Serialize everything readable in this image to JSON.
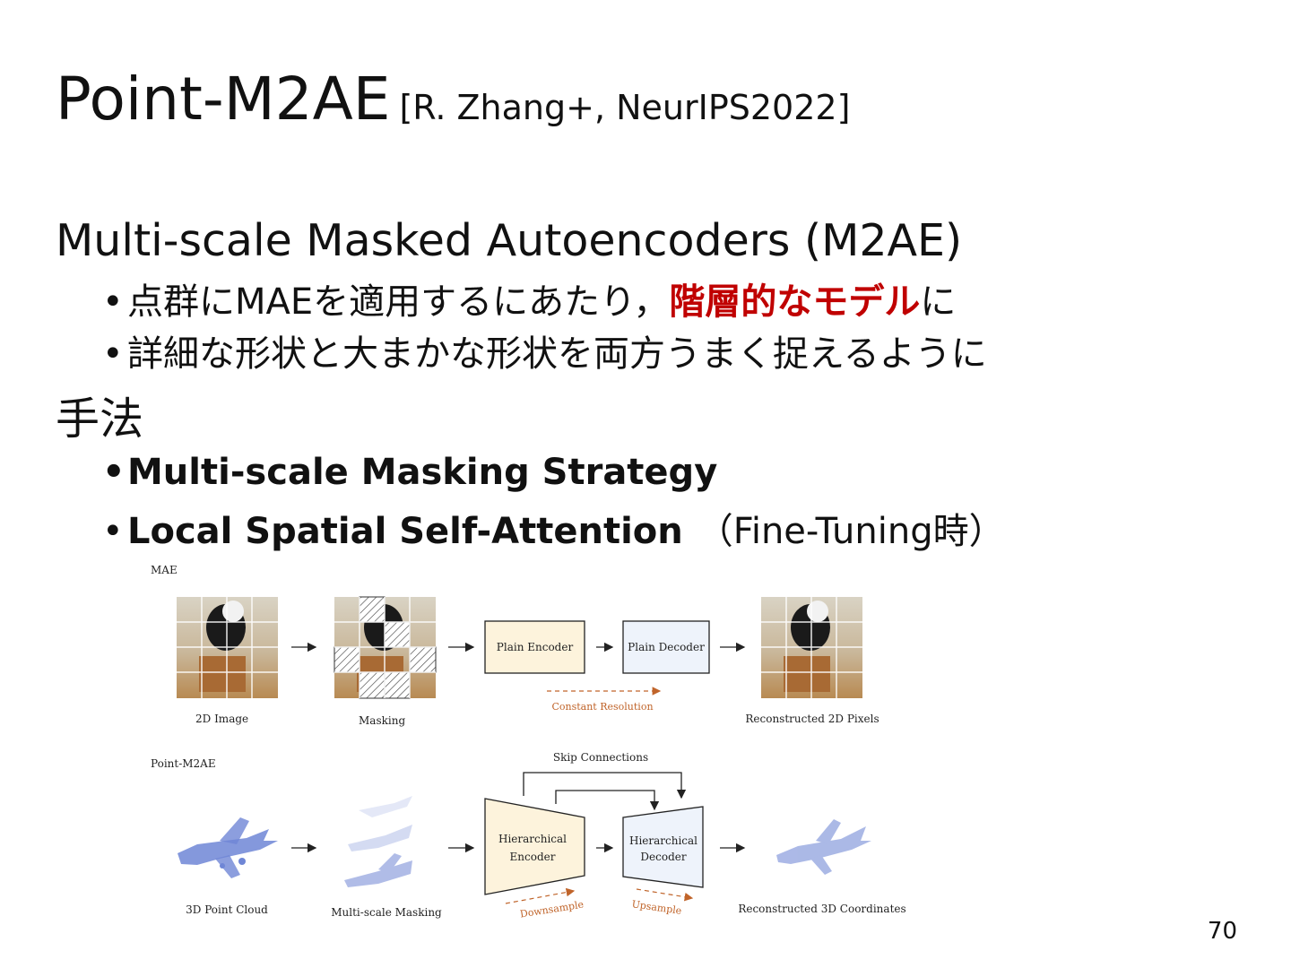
{
  "slide": {
    "title": "Point-M2AE",
    "citation": "[R. Zhang+, NeurIPS2022]",
    "heading1": "Multi-scale Masked Autoencoders (M2AE)",
    "bullet1_a": "点群にMAEを適用するにあたり，",
    "bullet1_red": "階層的なモデル",
    "bullet1_b": "に",
    "bullet2": "詳細な形状と大まかな形状を両方うまく捉えるように",
    "heading2": "手法",
    "bullet3": "Multi-scale Masking Strategy",
    "bullet4_bold": "Local Spatial Self-Attention",
    "bullet4_rest": "（Fine-Tuning時）",
    "page_number": "70"
  },
  "figure": {
    "mae_label": "MAE",
    "mae_image_caption": "2D Image",
    "mae_masking_caption": "Masking",
    "plain_encoder": "Plain Encoder",
    "plain_decoder": "Plain Decoder",
    "constant_resolution": "Constant Resolution",
    "mae_output_caption": "Reconstructed 2D Pixels",
    "point_label": "Point-M2AE",
    "skip_connections": "Skip Connections",
    "point_cloud_caption": "3D Point Cloud",
    "multiscale_masking_caption": "Multi-scale Masking",
    "hier_encoder_line1": "Hierarchical",
    "hier_encoder_line2": "Encoder",
    "hier_decoder_line1": "Hierarchical",
    "hier_decoder_line2": "Decoder",
    "downsample": "Downsample",
    "upsample": "Upsample",
    "point_output_caption": "Reconstructed 3D Coordinates"
  },
  "colors": {
    "accent_red": "#c00000",
    "encoder_fill": "#fdf3dc",
    "decoder_fill": "#eef3fb",
    "annotation_orange": "#c0642a",
    "point_blue": "#6f86d6"
  }
}
